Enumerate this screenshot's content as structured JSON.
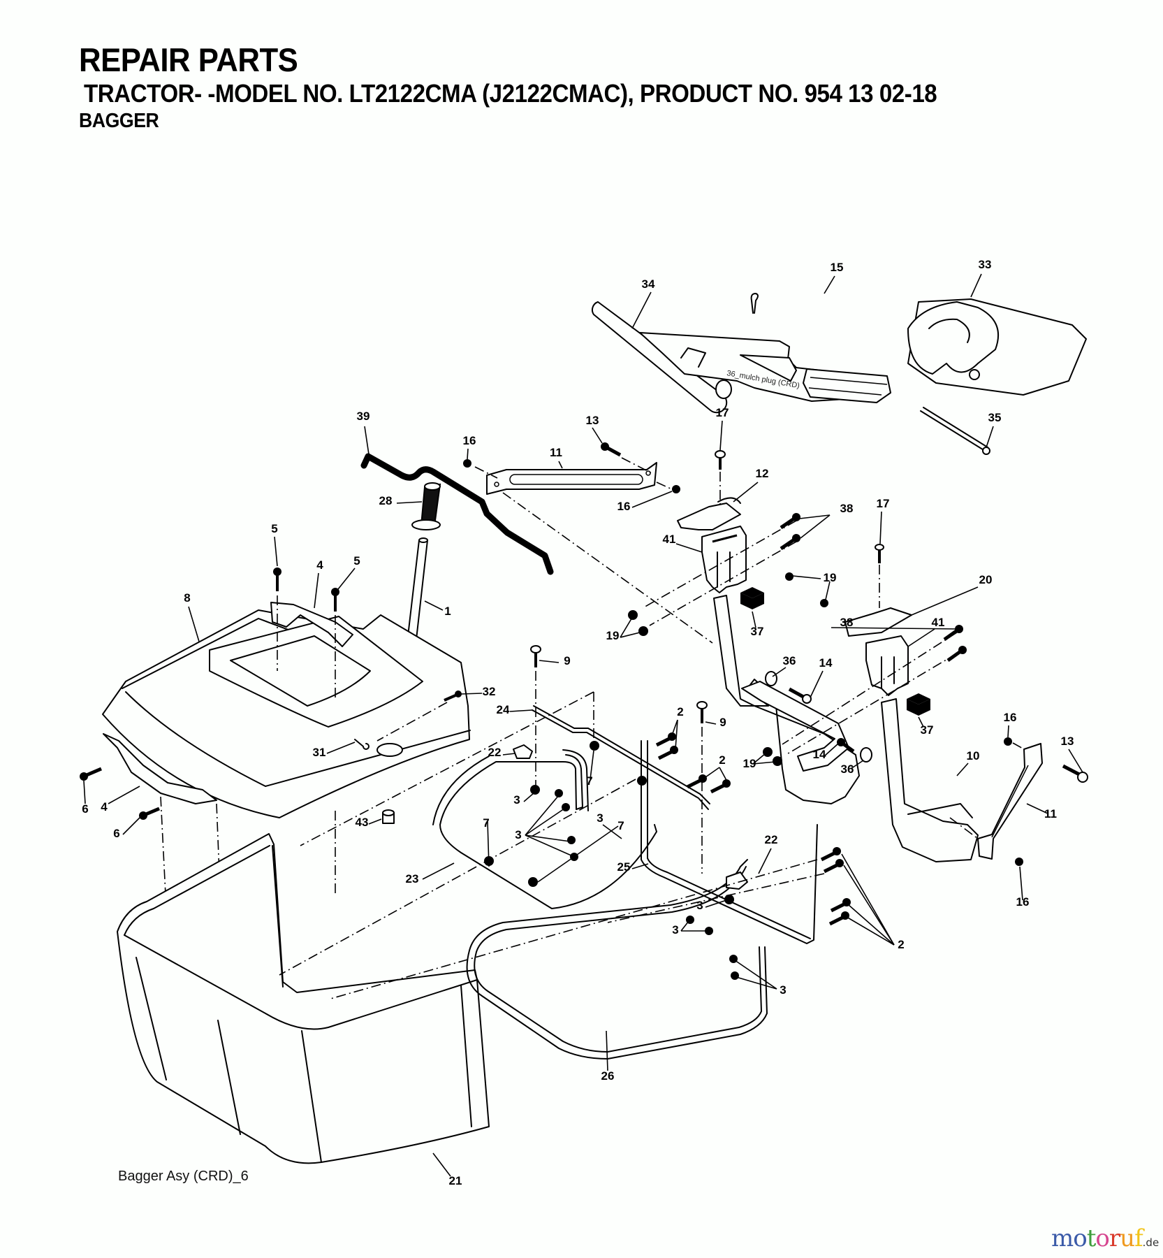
{
  "header": {
    "title": "REPAIR PARTS",
    "subtitle": "TRACTOR- -MODEL NO. LT2122CMA (J2122CMAC), PRODUCT NO. 954 13 02-18",
    "section": "BAGGER"
  },
  "diagram": {
    "name": "Bagger exploded parts view",
    "inline_note": "36_mulch plug (CRD)",
    "caption": "Bagger Asy (CRD)_6",
    "callouts": [
      "34",
      "15",
      "33",
      "35",
      "39",
      "16",
      "13",
      "11",
      "17",
      "12",
      "38",
      "17",
      "28",
      "16",
      "41",
      "19",
      "38",
      "5",
      "4",
      "5",
      "8",
      "1",
      "20",
      "41",
      "37",
      "19",
      "9",
      "36",
      "14",
      "37",
      "32",
      "24",
      "31",
      "22",
      "2",
      "9",
      "2",
      "16",
      "19",
      "14",
      "36",
      "10",
      "13",
      "6",
      "4",
      "11",
      "6",
      "43",
      "3",
      "3",
      "7",
      "7",
      "7",
      "3",
      "23",
      "25",
      "22",
      "3",
      "3",
      "2",
      "3",
      "16",
      "26",
      "21"
    ]
  },
  "watermark": {
    "letters": [
      "m",
      "o",
      "t",
      "o",
      "r",
      "u",
      "f"
    ],
    "colors": [
      "#3a5aa8",
      "#3a5aa8",
      "#3f9d3c",
      "#d6458f",
      "#d93b2b",
      "#ef9a1f",
      "#f2c418"
    ],
    "tld": ".de"
  }
}
